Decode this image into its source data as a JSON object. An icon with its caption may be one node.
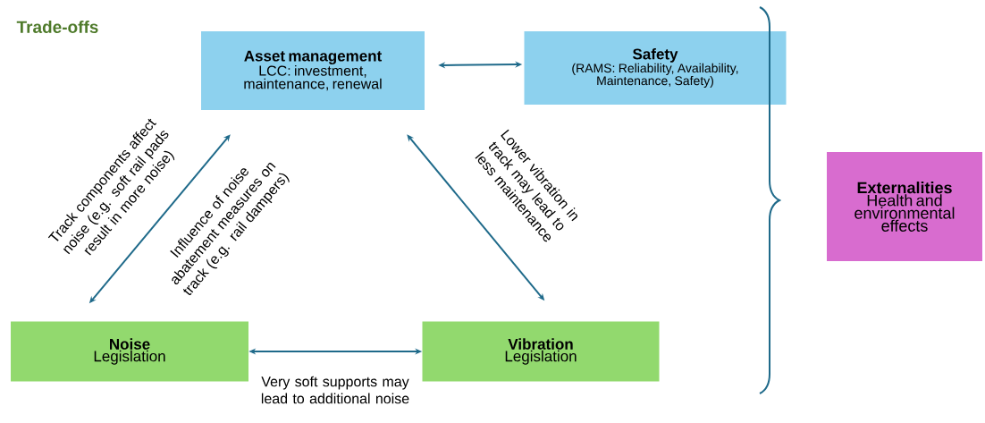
{
  "diagram": {
    "title": "Trade-offs",
    "nodes": [
      {
        "text": [
          "Asset management",
          "LCC: investment, maintenance, renewal"
        ]
      },
      {
        "text": [
          "Safety",
          "(RAMS: Reliability, Availability, Maintenance, Safety)"
        ]
      },
      {
        "text": [
          "Externalities",
          "Health and environmental effects"
        ]
      },
      {
        "text": [
          "Noise",
          "Legislation"
        ]
      },
      {
        "text": [
          "Vibration",
          "Legislation"
        ]
      }
    ],
    "edges": [
      {
        "from": 0,
        "to": 1,
        "arrow": "both"
      },
      {
        "from": 0,
        "to": 3,
        "arrow": "both",
        "label": "Track components affect noise (e.g. soft rail pads result in more noise)"
      },
      {
        "from": 0,
        "to": 4,
        "arrow": "both",
        "label": "Lower vibration in track may lead to less maintenance"
      },
      {
        "from": 3,
        "to": 4,
        "arrow": "both",
        "label": "Very soft supports may lead to additional noise"
      }
    ],
    "labels": [
      "Influence of noise abatement measures on track (e.g. rail dampers)"
    ]
  }
}
